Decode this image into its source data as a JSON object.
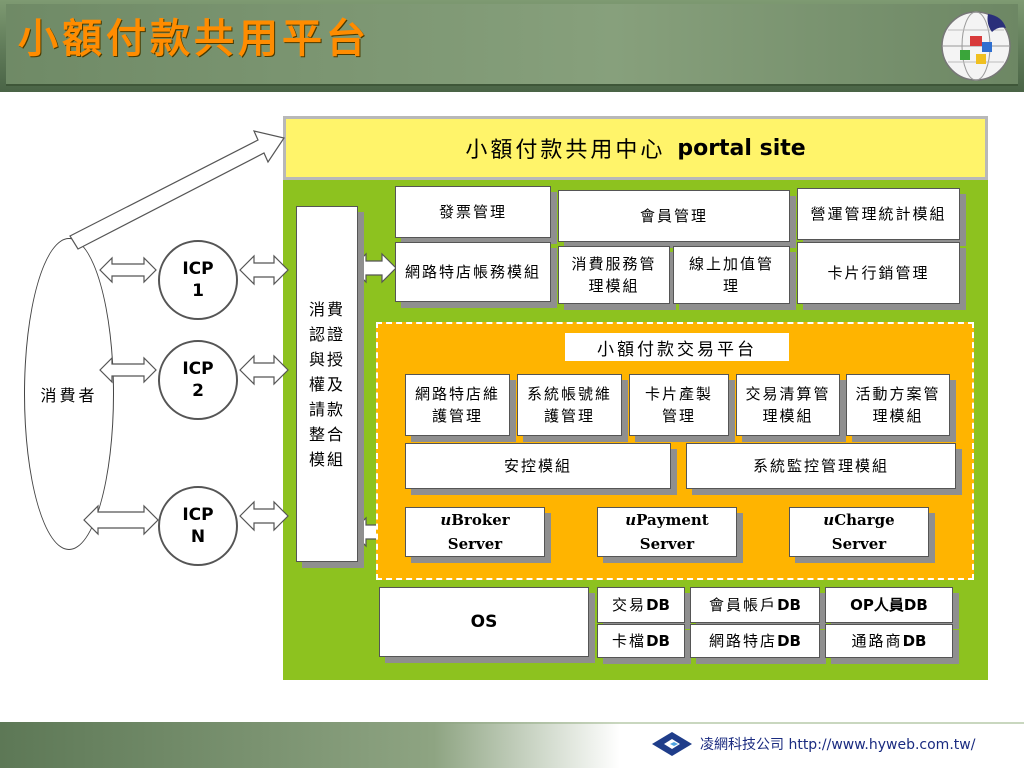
{
  "header": {
    "title": "小額付款共用平台"
  },
  "portal": {
    "label": "小額付款共用中心",
    "label_en": "portal site"
  },
  "consumer": {
    "label": "消費者"
  },
  "icps": [
    {
      "line1": "ICP",
      "line2": "1"
    },
    {
      "line1": "ICP",
      "line2": "2"
    },
    {
      "line1": "ICP",
      "line2": "N"
    }
  ],
  "auth_module": {
    "lines": [
      "消費",
      "認證",
      "與授",
      "權及",
      "請款",
      "整合",
      "模組"
    ]
  },
  "top_modules": {
    "invoice": "發票管理",
    "member": "會員管理",
    "ops_stats": "營運管理統計模組",
    "store_accounts": "網路特店帳務模組",
    "consumer_service": "消費服務管理模組",
    "online_topup": "線上加值管理",
    "card_marketing": "卡片行銷管理"
  },
  "platform": {
    "label": "小額付款交易平台",
    "modules": [
      "網路特店維護管理",
      "系統帳號維護管理",
      "卡片產製管理",
      "交易清算管理模組",
      "活動方案管理模組"
    ],
    "security": "安控模組",
    "monitor": "系統監控管理模組",
    "servers": [
      {
        "prefix": "u",
        "name": "Broker",
        "suffix": "Server"
      },
      {
        "prefix": "u",
        "name": "Payment",
        "suffix": "Server"
      },
      {
        "prefix": "u",
        "name": "Charge",
        "suffix": "Server"
      }
    ]
  },
  "storage": {
    "os": "OS",
    "dbs_row1": [
      {
        "label": "交易",
        "suffix": "DB"
      },
      {
        "label": "會員帳戶",
        "suffix": "DB"
      },
      {
        "label": "OP人員",
        "suffix": "DB"
      }
    ],
    "dbs_row2": [
      {
        "label": "卡檔",
        "suffix": "DB"
      },
      {
        "label": "網路特店",
        "suffix": "DB"
      },
      {
        "label": "通路商",
        "suffix": "DB"
      }
    ]
  },
  "footer": {
    "company": "凌網科技公司",
    "url": "http://www.hyweb.com.tw/"
  },
  "colors": {
    "title": "#ff8c00",
    "portal_bg": "#fff46a",
    "green_area": "#8dc21f",
    "platform_bg": "#ffb400",
    "footer_text": "#1a2b80"
  }
}
